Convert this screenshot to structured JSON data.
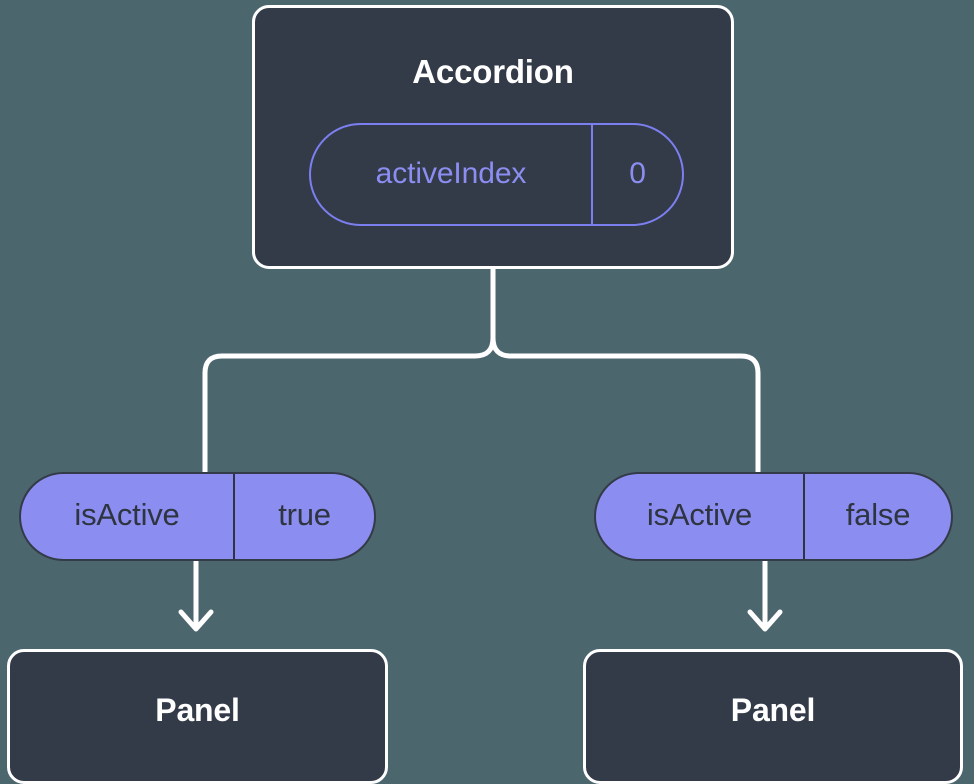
{
  "diagram": {
    "type": "component-state-tree",
    "background_color": "#4c666e",
    "card_color": "#333a48",
    "accent_color": "#8b8ef0",
    "outline_color": "#ffffff"
  },
  "root": {
    "title": "Accordion",
    "state": {
      "key": "activeIndex",
      "value": "0"
    }
  },
  "branches": [
    {
      "prop": {
        "key": "isActive",
        "value": "true"
      },
      "child": {
        "title": "Panel"
      }
    },
    {
      "prop": {
        "key": "isActive",
        "value": "false"
      },
      "child": {
        "title": "Panel"
      }
    }
  ]
}
